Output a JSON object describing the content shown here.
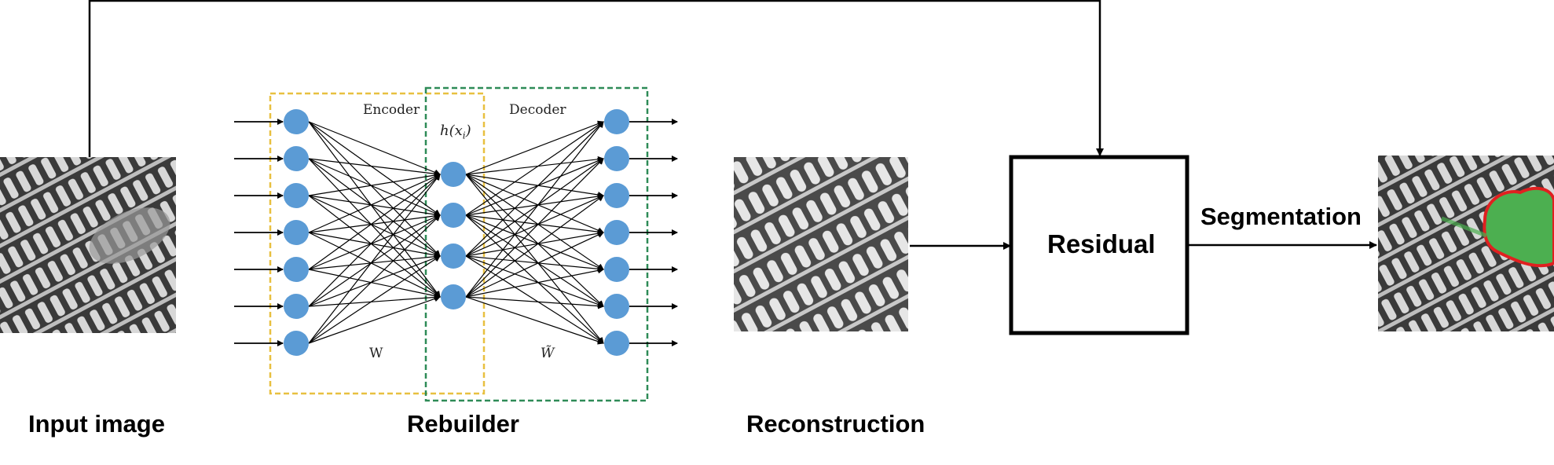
{
  "captions": {
    "input": "Input image",
    "rebuilder": "Rebuilder",
    "reconstruction": "Reconstruction"
  },
  "network": {
    "encoder_label": "Encoder",
    "decoder_label": "Decoder",
    "hidden_label": "h(x",
    "hidden_sub": "i",
    "hidden_close": ")",
    "encoder_weight": "W",
    "decoder_weight": "W̃",
    "input_nodes": 7,
    "hidden_nodes": 4,
    "output_nodes": 7
  },
  "residual_label": "Residual",
  "segmentation_label": "Segmentation",
  "colors": {
    "node_fill": "#5b9bd5",
    "encoder_box": "#e8c040",
    "decoder_box": "#2e8b57",
    "segment_fill": "#4caf50",
    "segment_outline": "#e02020"
  }
}
